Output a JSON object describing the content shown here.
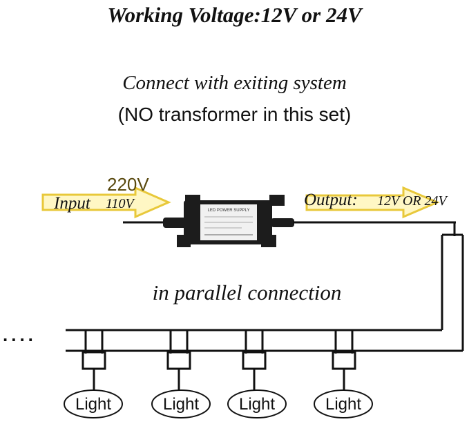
{
  "title": "Working Voltage:12V or 24V",
  "subtitle_line1": "Connect with exiting system",
  "subtitle_line2": "(NO transformer in this set)",
  "input": {
    "top_label": "220V",
    "label": "Input",
    "value": "110V"
  },
  "output": {
    "label": "Output:",
    "value": "12V OR 24V"
  },
  "power_supply": {
    "label": "LED POWER SUPPLY"
  },
  "connection_label": "in parallel connection",
  "continuation": "....",
  "lights": [
    "Light",
    "Light",
    "Light",
    "Light"
  ],
  "colors": {
    "arrow_fill": "#fff7c4",
    "arrow_stroke": "#e8c83a",
    "psu_body": "#1c1c1c",
    "line": "#111111"
  }
}
